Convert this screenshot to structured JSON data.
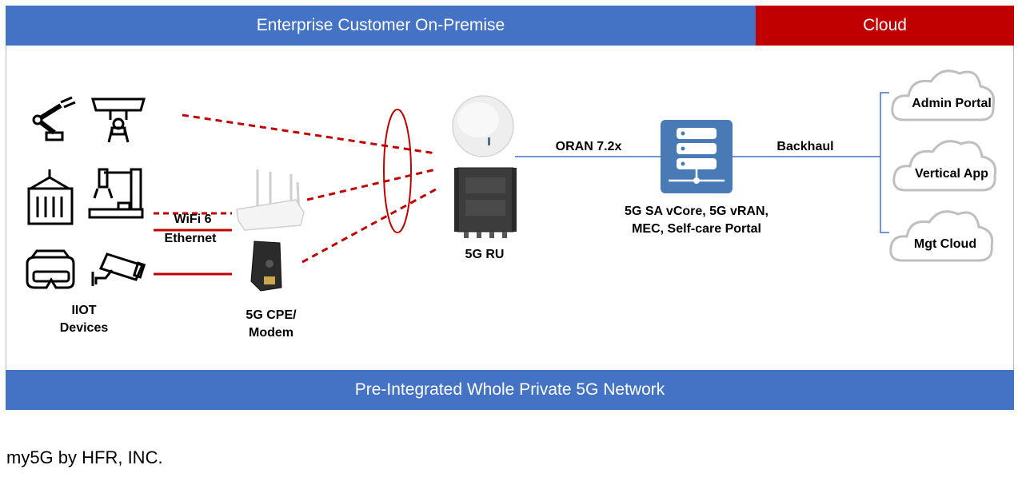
{
  "header": {
    "on_premise_label": "Enterprise Customer On-Premise",
    "cloud_label": "Cloud"
  },
  "footer": {
    "banner_label": "Pre-Integrated Whole Private 5G Network"
  },
  "caption": "my5G by HFR, INC.",
  "labels": {
    "iiot_line1": "IIOT",
    "iiot_line2": "Devices",
    "wifi": "WiFi 6",
    "ethernet": "Ethernet",
    "cpe_line1": "5G CPE/",
    "cpe_line2": "Modem",
    "ru": "5G RU",
    "oran": "ORAN 7.2x",
    "core_line1": "5G SA vCore, 5G vRAN,",
    "core_line2": "MEC, Self-care Portal",
    "backhaul": "Backhaul"
  },
  "clouds": [
    "Admin Portal",
    "Vertical App",
    "Mgt Cloud"
  ],
  "colors": {
    "blue": "#4472c4",
    "red": "#c00000",
    "dashed_link": "#c00000",
    "server_box": "#4a7ab5"
  },
  "icons": [
    "robot-arm-icon",
    "overhead-gripper-icon",
    "cargo-container-icon",
    "gantry-robot-icon",
    "vr-headset-icon",
    "security-camera-icon",
    "wifi-router-icon",
    "cpe-modem-icon",
    "antenna-icon",
    "radio-unit-icon",
    "server-icon"
  ]
}
